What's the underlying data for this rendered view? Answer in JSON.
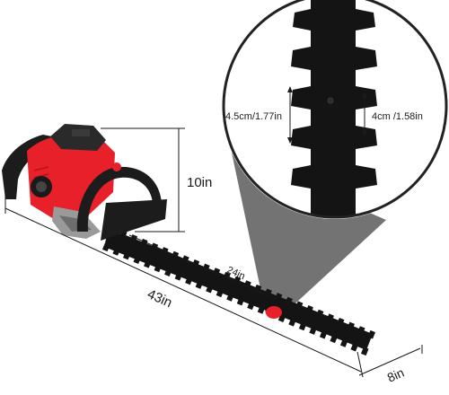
{
  "dimensions": {
    "height": "10in",
    "overall_length": "43in",
    "blade_length": "24in",
    "width": "8in"
  },
  "detail": {
    "tooth_spacing_outer": "4.5cm/1.77in",
    "tooth_spacing_inner": "4cm /1.58in"
  },
  "colors": {
    "engine_red": "#e8202a",
    "blade_black": "#141414",
    "handle_black": "#1c1c1c",
    "lens_border": "#222222",
    "cone_gray": "#5a5a5a"
  }
}
